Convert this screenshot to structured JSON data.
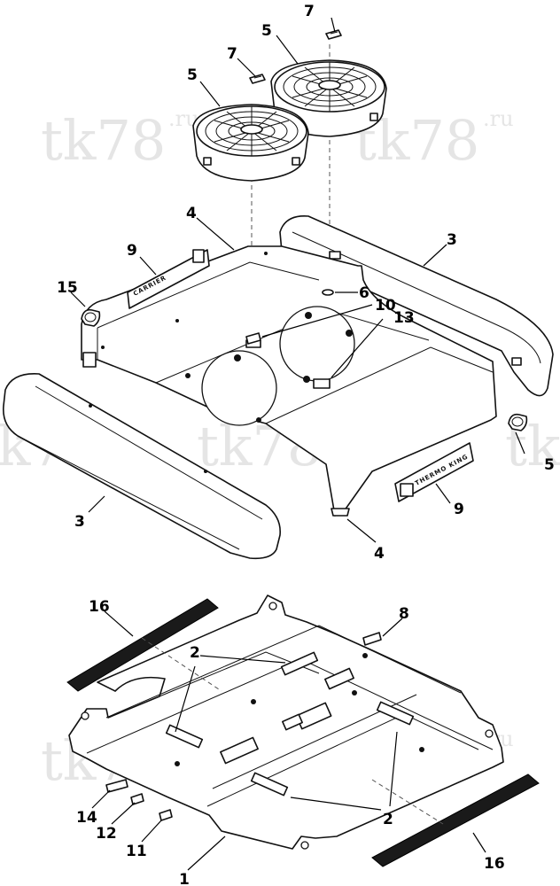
{
  "watermark": {
    "main": "tk78",
    "suffix": ".ru"
  },
  "decals": {
    "top_left": "CARRIER",
    "bottom_right": "THERMO KING"
  },
  "callouts": {
    "c1": "1",
    "c2a": "2",
    "c2b": "2",
    "c3a": "3",
    "c3b": "3",
    "c4a": "4",
    "c4b": "4",
    "c5a": "5",
    "c5b": "5",
    "c5c": "5",
    "c6": "6",
    "c7a": "7",
    "c7b": "7",
    "c8": "8",
    "c9a": "9",
    "c9b": "9",
    "c10": "10",
    "c11": "11",
    "c12": "12",
    "c13": "13",
    "c14": "14",
    "c15": "15",
    "c16a": "16",
    "c16b": "16"
  }
}
